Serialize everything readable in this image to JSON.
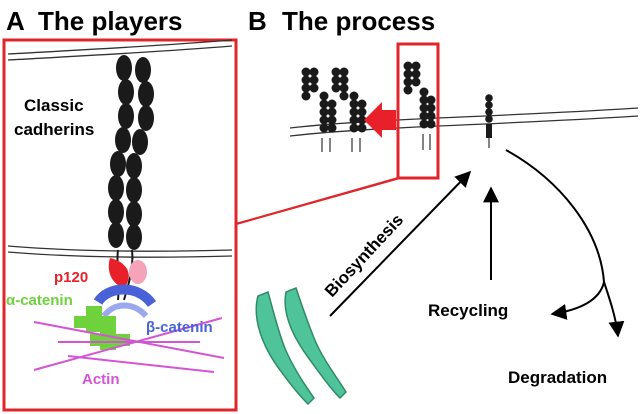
{
  "panels": [
    {
      "letter": "A",
      "title": "The players"
    },
    {
      "letter": "B",
      "title": "The process"
    }
  ],
  "labels": {
    "cadherins_line1": "Classic",
    "cadherins_line2": "cadherins",
    "p120": "p120",
    "alpha_catenin": "α-catenin",
    "beta_catenin": "β-catenin",
    "actin": "Actin",
    "biosynthesis": "Biosynthesis",
    "recycling": "Recycling",
    "degradation": "Degradation"
  },
  "colors": {
    "frame": "#e0252b",
    "cadherin": "#1a1a1a",
    "p120": "#e8202a",
    "alpha_catenin": "#6fd13c",
    "beta_catenin": "#4a62d8",
    "actin": "#d455d4",
    "pink_domain": "#f5a3b8",
    "er_membrane": "#4fc39a",
    "red_arrow": "#e8202a"
  }
}
